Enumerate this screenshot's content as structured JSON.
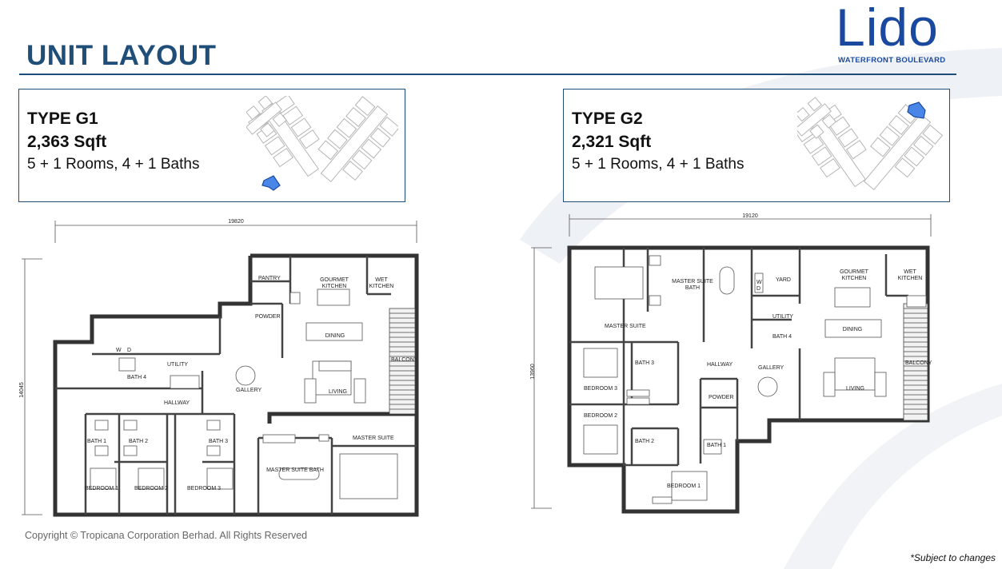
{
  "header": {
    "title": "UNIT LAYOUT",
    "logo_word": "Lido",
    "logo_sub": "WATERFRONT BOULEVARD"
  },
  "colors": {
    "brand": "#1f4e79",
    "logo": "#1a4aa0",
    "highlight": "#4a86e8"
  },
  "units": [
    {
      "type": "TYPE G1",
      "sqft": "2,363 Sqft",
      "rooms": "5 + 1 Rooms, 4 + 1 Baths",
      "plan": {
        "width_dim": "19820",
        "height_dim": "14045",
        "rooms": {
          "pantry": "PANTRY",
          "gourmet": "GOURMET",
          "kitchen": "KITCHEN",
          "wet": "WET",
          "wet_kitchen": "KITCHEN",
          "powder": "POWDER",
          "dining": "DINING",
          "balcony": "BALCONY",
          "utility": "UTILITY",
          "bath4": "BATH 4",
          "gallery": "GALLERY",
          "living": "LIVING",
          "hallway": "HALLWAY",
          "bath1": "BATH 1",
          "bath2": "BATH 2",
          "bath3": "BATH 3",
          "master_suite": "MASTER SUITE",
          "master_suite_bath": "MASTER SUITE BATH",
          "bedroom1": "BEDROOM 1",
          "bedroom2": "BEDROOM 2",
          "bedroom3": "BEDROOM 3",
          "w": "W",
          "d": "D"
        }
      }
    },
    {
      "type": "TYPE G2",
      "sqft": "2,321 Sqft",
      "rooms": "5 + 1 Rooms, 4 + 1 Baths",
      "plan": {
        "width_dim": "19120",
        "height_dim": "13960",
        "rooms": {
          "master_suite": "MASTER SUITE",
          "master_suite_bath_1": "MASTER SUITE",
          "master_suite_bath_2": "BATH",
          "yard": "YARD",
          "gourmet": "GOURMET",
          "kitchen": "KITCHEN",
          "wet": "WET",
          "wet_kitchen": "KITCHEN",
          "utility": "UTILITY",
          "bath4": "BATH 4",
          "dining": "DINING",
          "bath3": "BATH 3",
          "hallway": "HALLWAY",
          "gallery": "GALLERY",
          "balcony": "BALCONY",
          "bedroom3": "BEDROOM 3",
          "powder": "POWDER",
          "living": "LIVING",
          "bedroom2": "BEDROOM 2",
          "bath2": "BATH 2",
          "bath1": "BATH 1",
          "bedroom1": "BEDROOM 1",
          "w": "W",
          "d": "D"
        }
      }
    }
  ],
  "footer": {
    "copyright": "Copyright © Tropicana Corporation Berhad. All Rights Reserved",
    "note": "*Subject to changes"
  }
}
